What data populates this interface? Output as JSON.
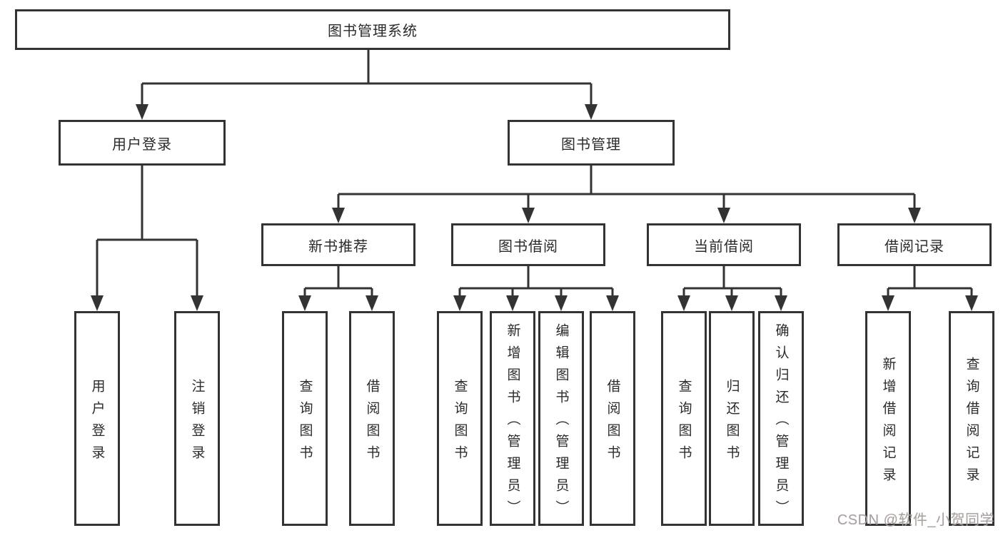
{
  "diagram": {
    "title_node": "图书管理系统",
    "level1": {
      "user_login": "用户登录",
      "book_management": "图书管理"
    },
    "level2": {
      "new_book_recommend": "新书推荐",
      "book_borrow": "图书借阅",
      "current_borrow": "当前借阅",
      "borrow_records": "借阅记录"
    },
    "leaves": {
      "user_login": [
        "用户登录",
        "注销登录"
      ],
      "new_book_recommend": [
        "查询图书",
        "借阅图书"
      ],
      "book_borrow": [
        "查询图书",
        "新增图书（管理员）",
        "编辑图书（管理员）",
        "借阅图书"
      ],
      "current_borrow": [
        "查询图书",
        "归还图书",
        "确认归还（管理员）"
      ],
      "borrow_records": [
        "新增借阅记录",
        "查询借阅记录"
      ]
    },
    "colors": {
      "line": "#333333",
      "box_border": "#333333",
      "text": "#2b2b2b",
      "background": "#ffffff",
      "watermark_gray": "#9e9e9e"
    }
  },
  "watermark": {
    "text": "CSDN @软件_小贺同学"
  }
}
